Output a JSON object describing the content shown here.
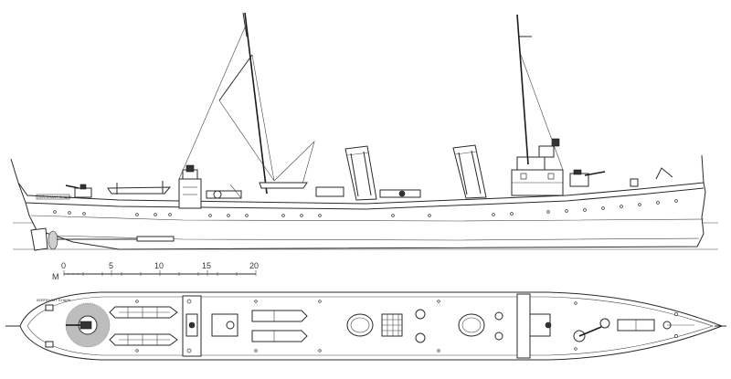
{
  "scale_bar": {
    "unit": "M",
    "ticks": [
      "0",
      "5",
      "10",
      "15",
      "20"
    ]
  },
  "nameplates": {
    "stern": "ЛЕЙТЕНАНТ ПУЩИН",
    "bow": "ЛЕЙТЕНАНТ ПУЩИН"
  },
  "colors": {
    "line": "#2a2a2a",
    "paper": "#ffffff",
    "hatch": "#9a9a9a"
  }
}
